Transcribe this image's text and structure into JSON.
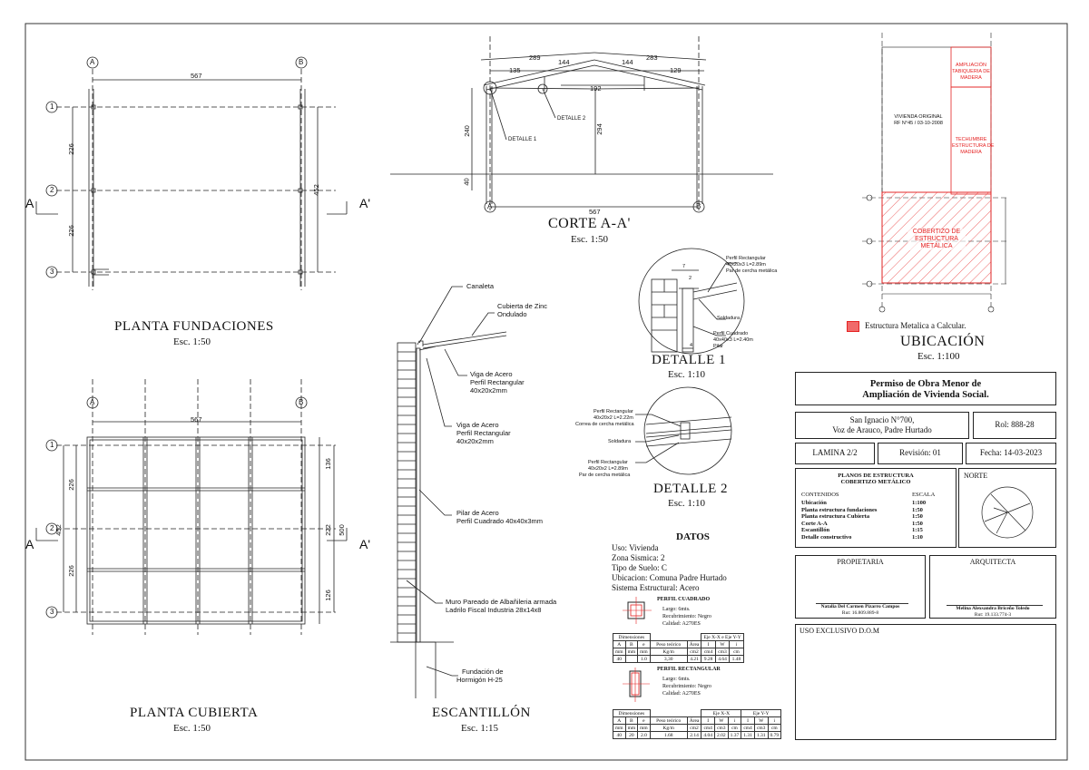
{
  "plan_fund": {
    "title": "PLANTA FUNDACIONES",
    "scale": "Esc. 1:50",
    "axis_a": "A",
    "axis_b": "B",
    "rows": [
      "1",
      "2",
      "3"
    ],
    "dim_top": "567",
    "dim_left": [
      "226",
      "226"
    ],
    "dim_right": "452",
    "cut_left": "A",
    "cut_right": "A'"
  },
  "plan_cub": {
    "title": "PLANTA CUBIERTA",
    "scale": "Esc. 1:50",
    "axis_a": "A",
    "axis_b": "B",
    "rows": [
      "1",
      "2",
      "3"
    ],
    "dim_top": "567",
    "dim_left": [
      "226",
      "452",
      "226"
    ],
    "dim_right": [
      "136",
      "222",
      "126"
    ],
    "dim_right_total": "500",
    "cut_left": "A",
    "cut_right": "A'"
  },
  "section": {
    "title": "CORTE A-A'",
    "scale": "Esc. 1:50",
    "dims_top": [
      "289",
      "283"
    ],
    "dims_mid": [
      "135",
      "144",
      "144",
      "129"
    ],
    "dim_192": "192",
    "dim_294": "294",
    "dim_240": "240",
    "dim_40": "40",
    "dim_bottom": "567",
    "axis_a": "A",
    "axis_b": "B",
    "detail1": "DETALLE 1",
    "detail2": "DETALLE 2"
  },
  "escantillon": {
    "title": "ESCANTILLÓN",
    "scale": "Esc. 1:15",
    "labels": {
      "canaleta": "Canaleta",
      "cubierta1": "Cubierta de Zinc",
      "cubierta2": "Ondulado",
      "viga1a": "Viga de Acero",
      "viga1b": "Perfil Rectangular",
      "viga1c": "40x20x2mm",
      "viga2a": "Viga de Acero",
      "viga2b": "Perfil Rectangular",
      "viga2c": "40x20x2mm",
      "pilar1": "Pilar de Acero",
      "pilar2": "Perfil Cuadrado 40x40x3mm",
      "muro1": "Muro Pareado de Albañileria armada",
      "muro2": "Ladrilo Fiscal Industria 28x14x8",
      "fund1": "Fundación de",
      "fund2": "Hormigón H-25"
    }
  },
  "detalle1": {
    "title": "DETALLE 1",
    "scale": "Esc. 1:10",
    "l1": "Perfil Rectangular",
    "l2": "40x20x3 L=2.89m",
    "l3": "Par de cercha metálica",
    "l4": "Soldadura",
    "l5": "Perfil Cuadrado",
    "l6": "40x40x3 L=2.40m",
    "l7": "Pilar",
    "d7": "7",
    "d2": "2",
    "d4": "4"
  },
  "detalle2": {
    "title": "DETALLE 2",
    "scale": "Esc. 1:10",
    "l1": "Perfil Rectangular",
    "l2": "40x20x2 L=2.22m",
    "l3": "Correa de cercha metálica",
    "l4": "Soldadura",
    "l5": "Perfil Rectangular",
    "l6": "40x20x2 L=2.89m",
    "l7": "Par de cercha metálica"
  },
  "datos": {
    "title": "DATOS",
    "lines": [
      "Uso: Vivienda",
      "Zona Sismica: 2",
      "Tipo de Suelo: C",
      "Ubicacion: Comuna Padre Hurtado",
      "Sistema Estructural: Acero"
    ],
    "perfil_cuadrado": {
      "title": "PERFIL CUADRADO",
      "lines": [
        "Largo: 6mts.",
        "Recubrimiento: Negro",
        "Calidad: A270ES"
      ],
      "hdr1": [
        "Dimensiones",
        "Eje X-X e Eje Y-Y"
      ],
      "hdr2": [
        "A",
        "B",
        "e",
        "Peso teórico",
        "Área",
        "I",
        "W",
        "i"
      ],
      "units": [
        "mm",
        "mm",
        "mm",
        "Kg/m",
        "cm2",
        "cm4",
        "cm3",
        "cm"
      ],
      "values": [
        "40",
        "",
        "1.0",
        "3,30",
        "4.21",
        "9.28",
        "4.64",
        "1.48"
      ]
    },
    "perfil_rect": {
      "title": "PERFIL RECTANGULAR",
      "lines": [
        "Largo: 6mts.",
        "Recubrimiento: Negro",
        "Calidad: A270ES"
      ],
      "hdr1": [
        "Dimensiones",
        "Eje X-X",
        "Eje Y-Y"
      ],
      "hdr2": [
        "A",
        "B",
        "e",
        "Peso teórico",
        "Área",
        "I",
        "W",
        "i",
        "I",
        "W",
        "i"
      ],
      "units": [
        "mm",
        "mm",
        "mm",
        "Kg/m",
        "cm2",
        "cm4",
        "cm3",
        "cm",
        "cm4",
        "cm3",
        "cm"
      ],
      "values": [
        "40",
        "20",
        "2.0",
        "1.68",
        "2.14",
        "4.04",
        "2.02",
        "1.37",
        "1.31",
        "1.31",
        "0.79"
      ]
    }
  },
  "ubicacion": {
    "title": "UBICACIÓN",
    "scale": "Esc. 1:100",
    "vivienda1": "VIVIENDA ORIGINAL",
    "vivienda2": "RF N°45 / 03-10-2008",
    "amp1": "AMPLIACIÓN",
    "amp2": "TABIQUERIA DE",
    "amp3": "MADERA",
    "tech1": "TECHUMBRE",
    "tech2": "ESTRUCTURA DE",
    "tech3": "MADERA",
    "cob1": "COBERTIZO DE",
    "cob2": "ESTRUCTURA",
    "cob3": "METÁLICA",
    "legend": "Estructura Metalica a Calcular.",
    "accent": "#e52222"
  },
  "cartouche": {
    "title1": "Permiso de Obra Menor de",
    "title2": "Ampliación de Vivienda Social.",
    "address1": "San Ignacio N°700,",
    "address2": "Voz de Arauco, Padre Hurtado",
    "rol": "Rol: 888-28",
    "lamina": "LAMINA 2/2",
    "revision": "Revisión: 01",
    "fecha": "Fecha: 14-03-2023",
    "planos1": "PLANOS DE ESTRUCTURA",
    "planos2": "COBERTIZO METÁLICO",
    "contenidos": "CONTENIDOS",
    "escala": "ESCALA",
    "items": [
      {
        "name": "Ubicación",
        "scale": "1:100"
      },
      {
        "name": "Planta estructura fundaciones",
        "scale": "1:50"
      },
      {
        "name": "Planta estructura Cubierta",
        "scale": "1:50"
      },
      {
        "name": "Corte A-A",
        "scale": "1:50"
      },
      {
        "name": "Escantillón",
        "scale": "1:15"
      },
      {
        "name": "Detalle constructivo",
        "scale": "1:10"
      }
    ],
    "norte": "NORTE",
    "propietaria": "PROPIETARIA",
    "prop_name": "Natalia Del Carmen Pizarro Campos",
    "prop_rut": "Rut: 16.809.889-8",
    "arquitecta": "ARQUITECTA",
    "arq_name": "Melina Alexsandra Briceño Toledo",
    "arq_rut": "Rut: 19.133.774-3",
    "dom": "USO EXCLUSIVO D.O.M"
  }
}
